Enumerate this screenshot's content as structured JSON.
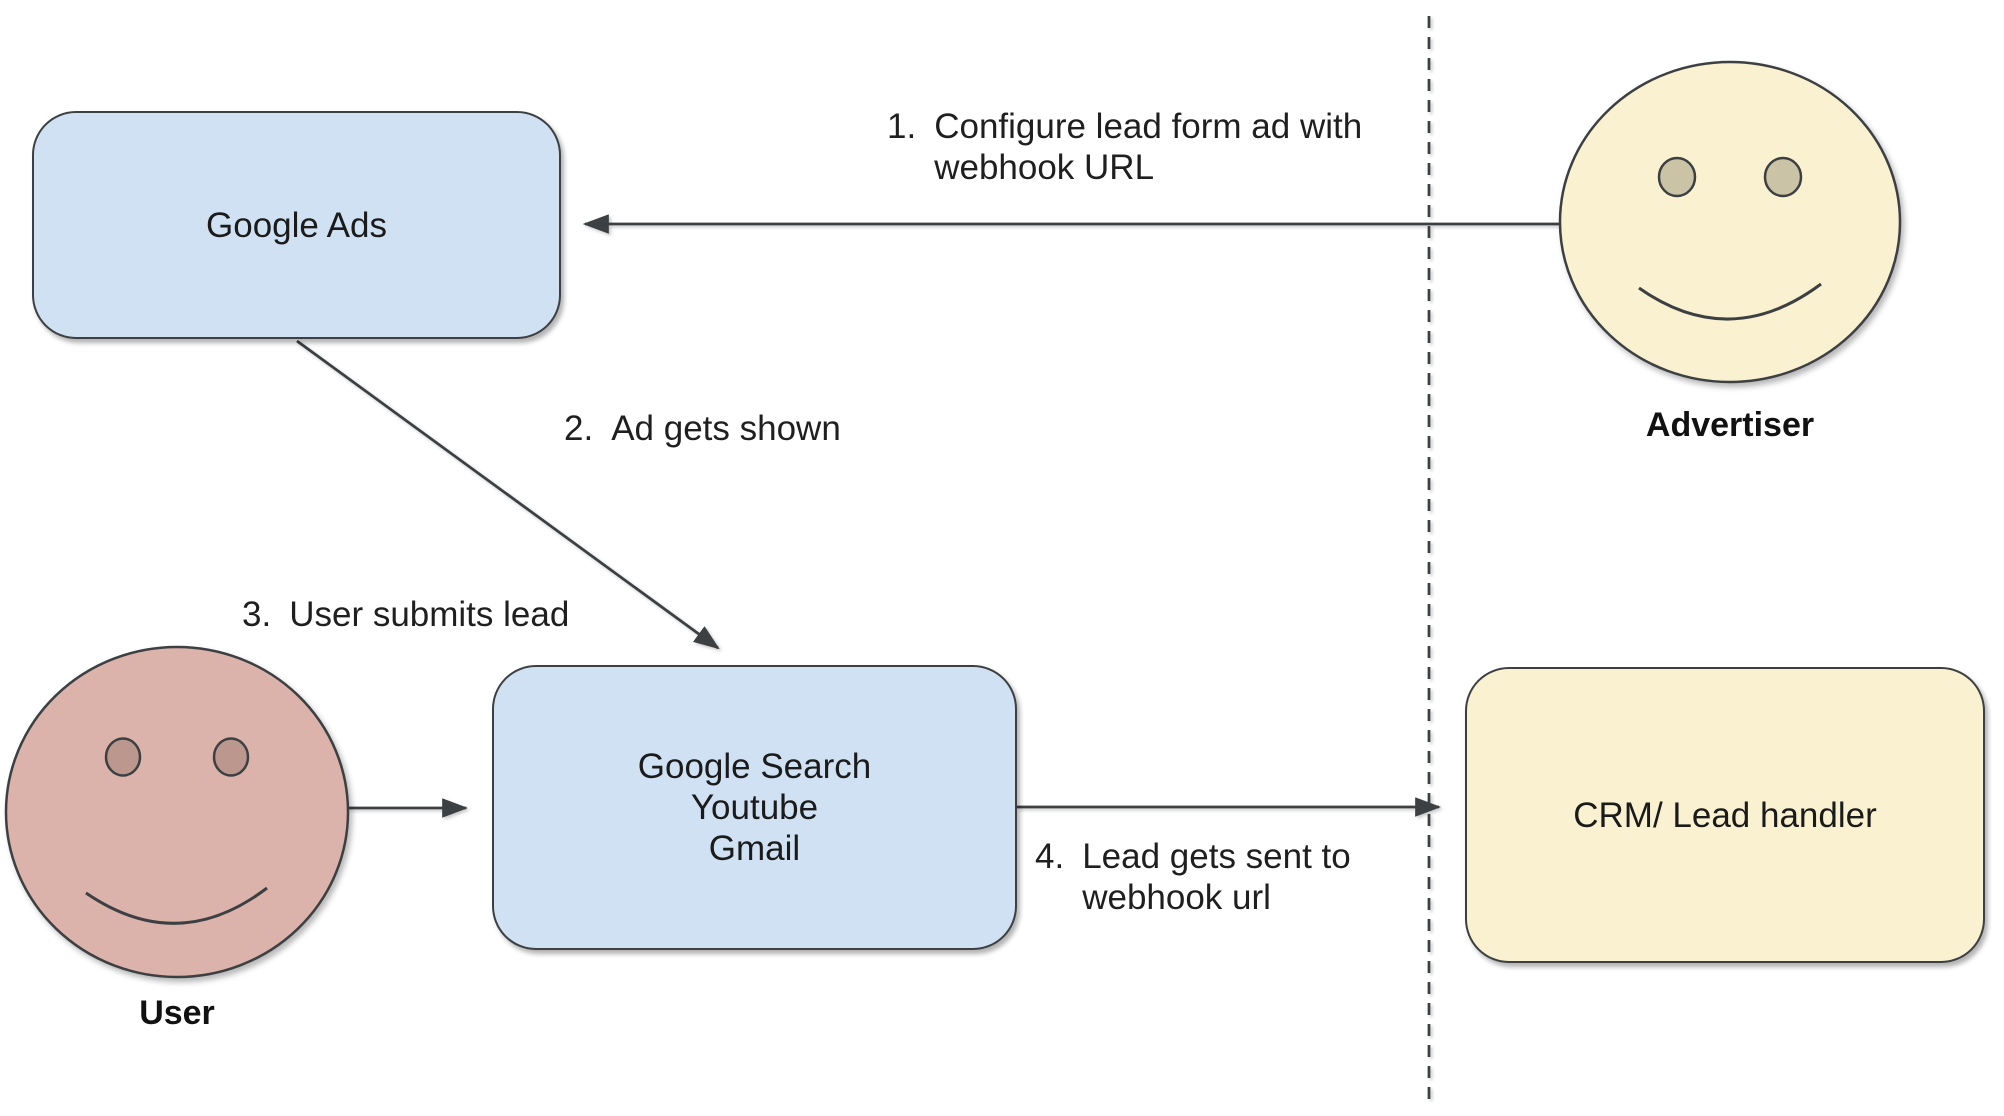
{
  "diagram": {
    "nodes": {
      "google_ads": {
        "label": "Google Ads",
        "fill": "#cfe1f2"
      },
      "google_surfaces": {
        "lines": [
          "Google Search",
          "Youtube",
          "Gmail"
        ],
        "fill": "#cfe1f2"
      },
      "crm": {
        "label": "CRM/ Lead handler",
        "fill": "#faf1d0"
      }
    },
    "actors": {
      "advertiser": {
        "label": "Advertiser",
        "fill": "#faf1d0",
        "eye_fill": "#cbc3a6"
      },
      "user": {
        "label": "User",
        "fill": "#dcb3aa",
        "eye_fill": "#bb978e"
      }
    },
    "steps": [
      {
        "num": "1.",
        "lines": [
          "Configure lead form ad with",
          "webhook URL"
        ]
      },
      {
        "num": "2.",
        "lines": [
          "Ad gets shown"
        ]
      },
      {
        "num": "3.",
        "lines": [
          "User submits lead"
        ]
      },
      {
        "num": "4.",
        "lines": [
          "Lead gets sent to",
          "webhook url"
        ]
      }
    ],
    "colors": {
      "node_blue": "#cfe1f2",
      "node_yellow": "#faf1d0",
      "actor_pink": "#dcb3aa",
      "stroke": "#3c4043",
      "text": "#1f1f1f",
      "background": "#ffffff"
    }
  }
}
